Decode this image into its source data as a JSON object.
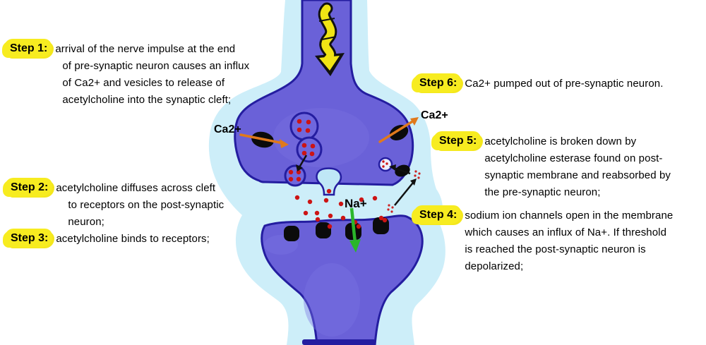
{
  "steps": [
    {
      "label": "Step 1:",
      "text": "arrival of the nerve impulse at the end\nof pre-synaptic neuron causes an influx\nof Ca2+ and vesicles to release of\nacetylcholine into the synaptic cleft;"
    },
    {
      "label": "Step 2:",
      "text": "acetylcholine diffuses across cleft\nto receptors on the post-synaptic\nneuron;"
    },
    {
      "label": "Step 3:",
      "text": "acetylcholine binds to receptors;"
    },
    {
      "label": "Step 4:",
      "text": "sodium ion channels open in the membrane\nwhich causes an influx of Na+. If threshold\nis reached the post-synaptic neuron is\ndepolarized;"
    },
    {
      "label": "Step 5:",
      "text": "acetylcholine is broken down by\nacetylcholine esterase found on post-\nsynaptic membrane and reabsorbed by\nthe pre-synaptic neuron;"
    },
    {
      "label": "Step 6:",
      "text": "Ca2+ pumped out of pre-synaptic neuron."
    }
  ],
  "molecule_labels": {
    "ca_left": "Ca2+",
    "ca_right": "Ca2+",
    "na": "Na+"
  },
  "colors": {
    "highlight_yellow": "#f7ec20",
    "neuron_purple": "#6a61d8",
    "membrane_navy": "#241da0",
    "halo_blue": "#cdeef9",
    "acetylcholine_red": "#cc1414",
    "calcium_arrow_orange": "#e0791c",
    "sodium_arrow_green": "#2ab62a",
    "impulse_yellow": "#f0e414"
  }
}
